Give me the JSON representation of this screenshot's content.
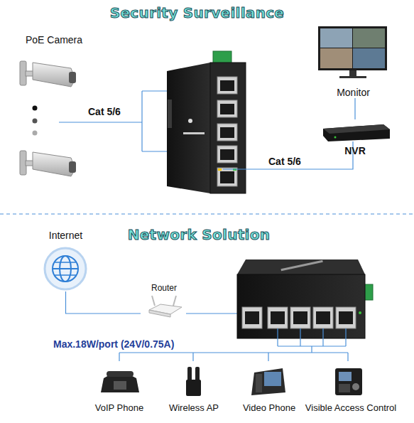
{
  "diagram": {
    "title": "Security Surveillance",
    "nodes": [
      {
        "text": [
          "PoE Camera"
        ]
      },
      {
        "text": [
          "Monitor"
        ]
      },
      {
        "text": [
          "NVR"
        ]
      },
      {
        "text": [
          "Internet"
        ]
      },
      {
        "text": [
          "Router"
        ]
      },
      {
        "text": [
          "VoIP Phone"
        ]
      },
      {
        "text": [
          "Wireless AP"
        ]
      },
      {
        "text": [
          "Video Phone"
        ]
      },
      {
        "text": [
          "Visible Access Control"
        ]
      }
    ],
    "edges": [
      {
        "from": 1,
        "to": 2,
        "arrow": "none"
      },
      {
        "from": 3,
        "to": 4,
        "arrow": "none"
      }
    ],
    "labels": [
      "Cat 5/6",
      "Cat 5/6",
      "Network Solution",
      "Max.18W/port (24V/0.75A)"
    ]
  }
}
